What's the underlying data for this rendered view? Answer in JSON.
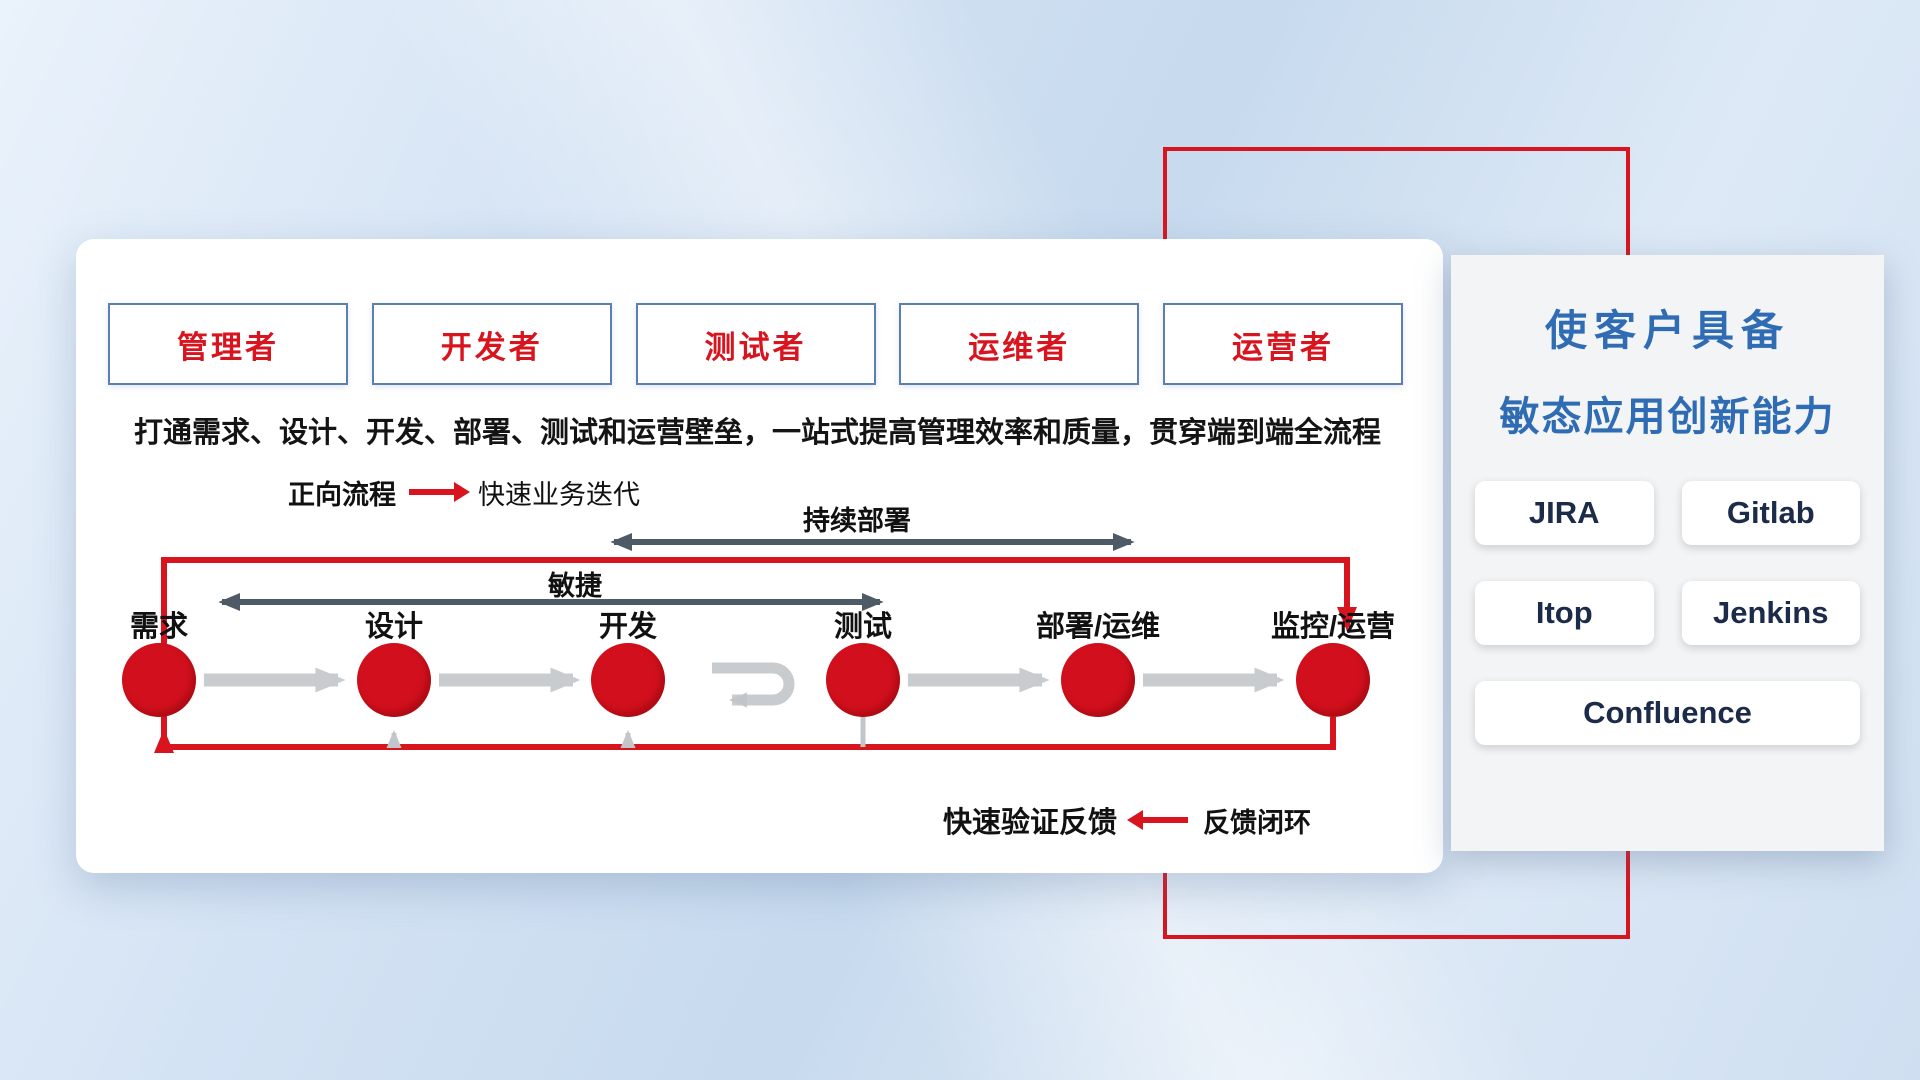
{
  "main_card": {
    "roles": [
      "管理者",
      "开发者",
      "测试者",
      "运维者",
      "运营者"
    ],
    "headline": "打通需求、设计、开发、部署、测试和运营壁垒，一站式提高管理效率和质量，贯穿端到端全流程",
    "legend": {
      "forward_label": "正向流程",
      "forward_desc": "快速业务迭代"
    },
    "span_labels": {
      "continuous_deploy": "持续部署",
      "agile": "敏捷"
    },
    "stages": [
      "需求",
      "设计",
      "开发",
      "测试",
      "部署/运维",
      "监控/运营"
    ],
    "feedback": {
      "fast_label": "快速验证反馈",
      "loop_label": "反馈闭环"
    }
  },
  "side_panel": {
    "title_line1": "使客户具备",
    "title_line2": "敏态应用创新能力",
    "tools": [
      "JIRA",
      "Gitlab",
      "Itop",
      "Jenkins",
      "Confluence"
    ]
  },
  "colors": {
    "accent_red": "#d8141f",
    "node_red": "#d2101d",
    "role_border_blue": "#5b7fae",
    "panel_title_blue": "#2f6cb4",
    "tool_text_navy": "#1c2b4a",
    "dark_arrow": "#4e5a66",
    "light_arrow": "#c9ccce",
    "background_blue": "#c7daee"
  }
}
